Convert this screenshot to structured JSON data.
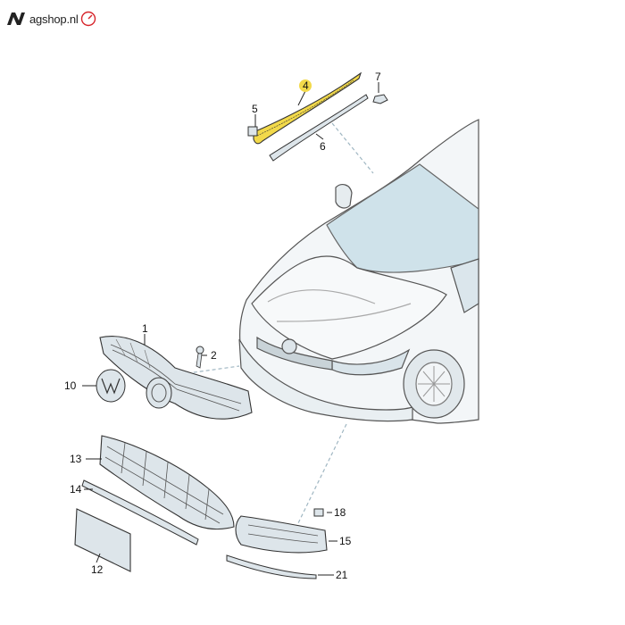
{
  "logo": {
    "text": "agshop.nl",
    "brand_color": "#d7242a"
  },
  "callouts": [
    {
      "id": "1",
      "label": "1"
    },
    {
      "id": "2",
      "label": "2"
    },
    {
      "id": "4",
      "label": "4",
      "highlight_color": "#f2d94a"
    },
    {
      "id": "5",
      "label": "5"
    },
    {
      "id": "6",
      "label": "6"
    },
    {
      "id": "7",
      "label": "7"
    },
    {
      "id": "10",
      "label": "10"
    },
    {
      "id": "12",
      "label": "12"
    },
    {
      "id": "13",
      "label": "13"
    },
    {
      "id": "14",
      "label": "14"
    },
    {
      "id": "15",
      "label": "15"
    },
    {
      "id": "18",
      "label": "18"
    },
    {
      "id": "21",
      "label": "21"
    }
  ],
  "colors": {
    "part_fill": "#dde5ea",
    "part_stroke": "#333333",
    "guide_dash": "#9fb6c2"
  }
}
